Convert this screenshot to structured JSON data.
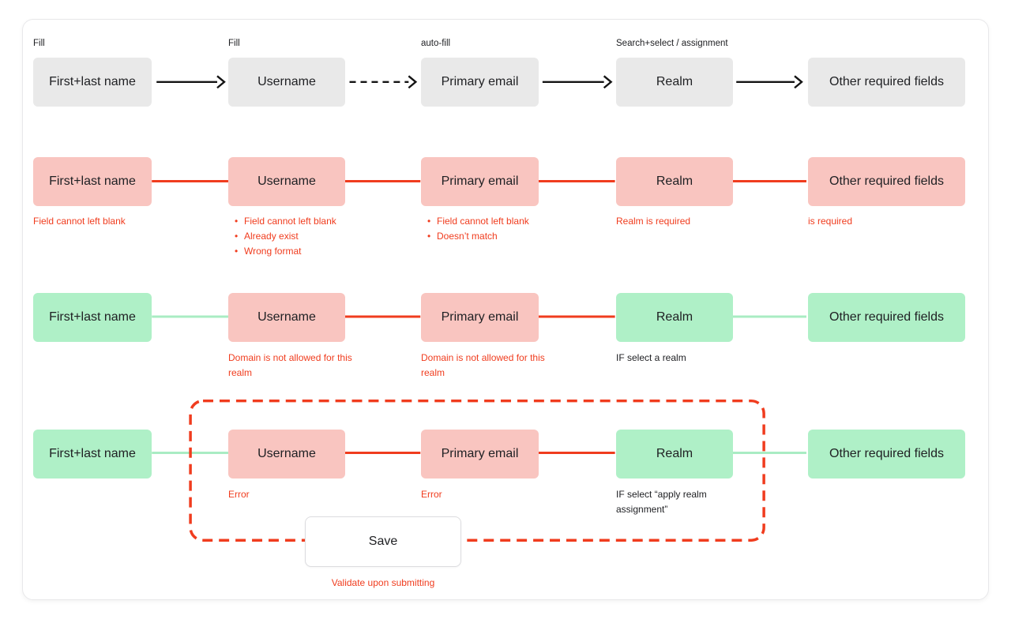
{
  "colors": {
    "neutral_box": "#e9e9e9",
    "error_box": "#f9c5c0",
    "ok_box": "#aff0c7",
    "error_accent": "#f03c1e",
    "ok_accent": "#a9ecc3",
    "arrow": "#141414",
    "text": "#202124",
    "card_border": "#e8e8ea",
    "button_border": "#dcdcdf"
  },
  "row1": {
    "annotations": [
      "Fill",
      "Fill",
      "auto-fill",
      "Search+select / assignment"
    ],
    "nodes": [
      "First+last name",
      "Username",
      "Primary email",
      "Realm",
      "Other required fields"
    ],
    "connectors": [
      "solid-arrow",
      "dashed-arrow",
      "solid-arrow",
      "solid-arrow"
    ]
  },
  "row2": {
    "nodes": [
      {
        "label": "First+last name",
        "state": "error",
        "messages": [
          "Field cannot left blank"
        ]
      },
      {
        "label": "Username",
        "state": "error",
        "messages": [
          "Field cannot left blank",
          "Already exist",
          "Wrong format"
        ]
      },
      {
        "label": "Primary email",
        "state": "error",
        "messages": [
          "Field cannot left blank",
          "Doesn’t match"
        ]
      },
      {
        "label": "Realm",
        "state": "error",
        "messages": [
          "Realm is required"
        ]
      },
      {
        "label": "Other required fields",
        "state": "error",
        "messages": [
          "is required"
        ]
      }
    ],
    "connectors": [
      "error",
      "error",
      "error",
      "error"
    ]
  },
  "row3": {
    "nodes": [
      {
        "label": "First+last name",
        "state": "ok"
      },
      {
        "label": "Username",
        "state": "error",
        "message": "Domain is not allowed for this realm"
      },
      {
        "label": "Primary email",
        "state": "error",
        "message": "Domain is not allowed for this realm"
      },
      {
        "label": "Realm",
        "state": "ok",
        "note": "IF select a realm"
      },
      {
        "label": "Other required fields",
        "state": "ok"
      }
    ],
    "connectors": [
      "ok",
      "error",
      "error",
      "ok"
    ]
  },
  "row4": {
    "nodes": [
      {
        "label": "First+last name",
        "state": "ok"
      },
      {
        "label": "Username",
        "state": "error",
        "message": "Error"
      },
      {
        "label": "Primary email",
        "state": "error",
        "message": "Error"
      },
      {
        "label": "Realm",
        "state": "ok",
        "note": "IF select “apply realm assignment”"
      },
      {
        "label": "Other required fields",
        "state": "ok"
      }
    ],
    "connectors": [
      "ok",
      "error",
      "error",
      "ok"
    ],
    "save_button": "Save",
    "validation_note": "Validate upon submitting"
  }
}
